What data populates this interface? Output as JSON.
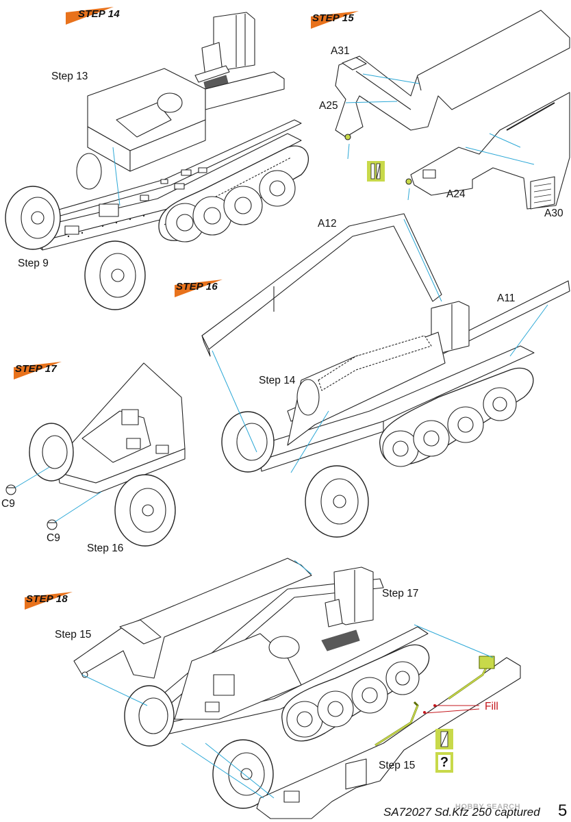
{
  "steps": {
    "s14": "STEP 14",
    "s15": "STEP 15",
    "s16": "STEP 16",
    "s17": "STEP 17",
    "s18": "STEP 18"
  },
  "labels": {
    "step13": "Step 13",
    "step9": "Step 9",
    "a31": "A31",
    "a25": "A25",
    "a24": "A24",
    "a30": "A30",
    "a12": "A12",
    "a11": "A11",
    "step14_ref": "Step 14",
    "c9_a": "C9",
    "c9_b": "C9",
    "step16_ref": "Step 16",
    "step17_ref": "Step 17",
    "step15_ref_a": "Step 15",
    "step15_ref_b": "Step 15",
    "fill": "Fill"
  },
  "footer": {
    "code": "SA72027 Sd.Kfz 250 captured",
    "page": "5",
    "watermark": "HOBBY SEARCH"
  },
  "colors": {
    "accent_orange": "#e8721c",
    "callout_line": "#2aa7d6",
    "highlight_green": "#c8d94a",
    "fill_red": "#c4161c"
  },
  "icons": {
    "paint_marker": "paint-slash-icon",
    "question": "question-mark-icon"
  }
}
